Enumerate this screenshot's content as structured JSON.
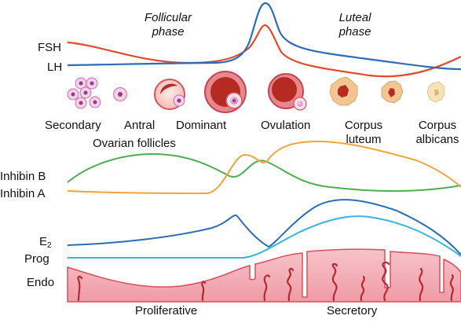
{
  "phases": {
    "follicular_line1": "Follicular",
    "follicular_line2": "phase",
    "luteal_line1": "Luteal",
    "luteal_line2": "phase"
  },
  "hormones": {
    "fsh": "FSH",
    "lh": "LH",
    "inhibin_b": "Inhibin B",
    "inhibin_a": "Inhibin A",
    "e2_base": "E",
    "e2_sub": "2",
    "prog": "Prog",
    "endo": "Endo"
  },
  "stages": {
    "secondary": "Secondary",
    "antral": "Antral",
    "dominant": "Dominant",
    "ovulation": "Ovulation",
    "corpus_luteum_line1": "Corpus",
    "corpus_luteum_line2": "luteum",
    "corpus_albicans_line1": "Corpus",
    "corpus_albicans_line2": "albicans",
    "ovarian_follicles": "Ovarian follicles"
  },
  "endometrium": {
    "proliferative": "Proliferative",
    "secretory": "Secretory"
  },
  "colors": {
    "fsh": "#e24a2c",
    "lh": "#2c6db5",
    "inhibin_b": "#4caf50",
    "inhibin_a": "#f5a33a",
    "e2": "#2c6db5",
    "prog": "#35b6dc",
    "tissue": "#f4aeb6",
    "tissue_edge": "#d5505f",
    "gland": "#b8282f"
  }
}
